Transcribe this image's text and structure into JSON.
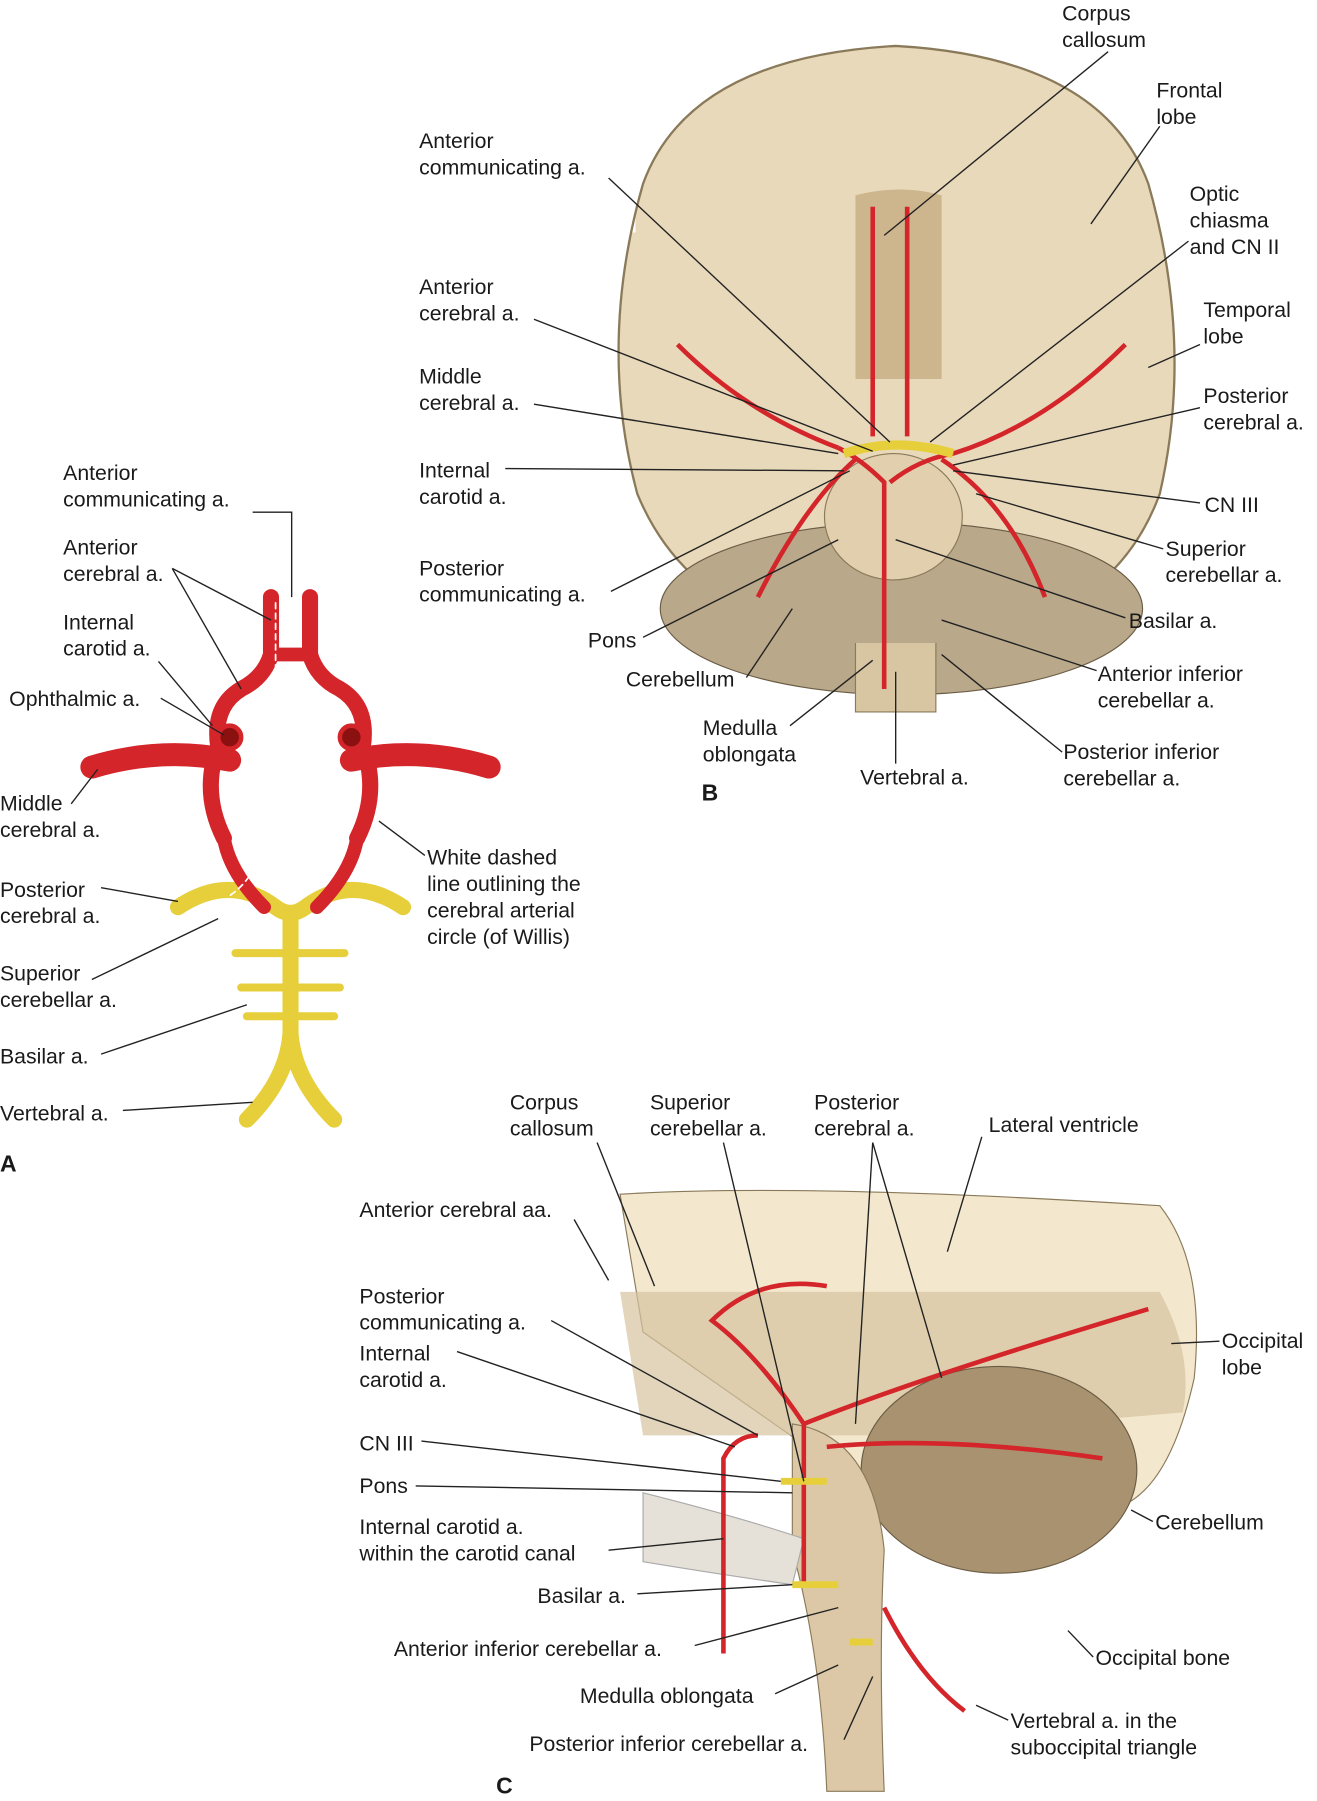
{
  "panel_a": {
    "letter": "A",
    "labels": [
      "Anterior\ncommunicating a.",
      "Anterior\ncerebral a.",
      "Internal\ncarotid a.",
      "Ophthalmic a.",
      "Middle\ncerebral a.",
      "Posterior\ncerebral a.",
      "Superior\ncerebellar a.",
      "Basilar a.",
      "Vertebral a.",
      "White dashed\nline outlining the\ncerebral arterial\ncircle (of Willis)"
    ]
  },
  "panel_b": {
    "letter": "B",
    "labels": [
      "Corpus\ncallosum",
      "Frontal\nlobe",
      "Anterior\ncommunicating a.",
      "Optic\nchiasma\nand CN II",
      "Anterior\ncerebral a.",
      "Temporal\nlobe",
      "Middle\ncerebral a.",
      "Posterior\ncerebral a.",
      "Internal\ncarotid a.",
      "CN III",
      "Superior\ncerebellar a.",
      "Posterior\ncommunicating a.",
      "Basilar a.",
      "Pons",
      "Cerebellum",
      "Anterior inferior\ncerebellar a.",
      "Medulla\noblongata",
      "Posterior inferior\ncerebellar a.",
      "Vertebral a."
    ]
  },
  "panel_c": {
    "letter": "C",
    "labels": [
      "Corpus\ncallosum",
      "Superior\ncerebellar a.",
      "Posterior\ncerebral a.",
      "Lateral ventricle",
      "Anterior cerebral aa.",
      "Posterior\ncommunicating a.",
      "Internal\ncarotid a.",
      "Occipital\nlobe",
      "CN III",
      "Pons",
      "Cerebellum",
      "Internal carotid a.\nwithin the carotid canal",
      "Basilar a.",
      "Anterior inferior cerebellar a.",
      "Occipital bone",
      "Medulla oblongata",
      "Vertebral a. in the\nsuboccipital triangle",
      "Posterior inferior cerebellar a."
    ]
  },
  "colors": {
    "artery_red": "#d4252a",
    "posterior_yellow": "#e6cf3a",
    "brain_tan": "#e9d9bb"
  }
}
